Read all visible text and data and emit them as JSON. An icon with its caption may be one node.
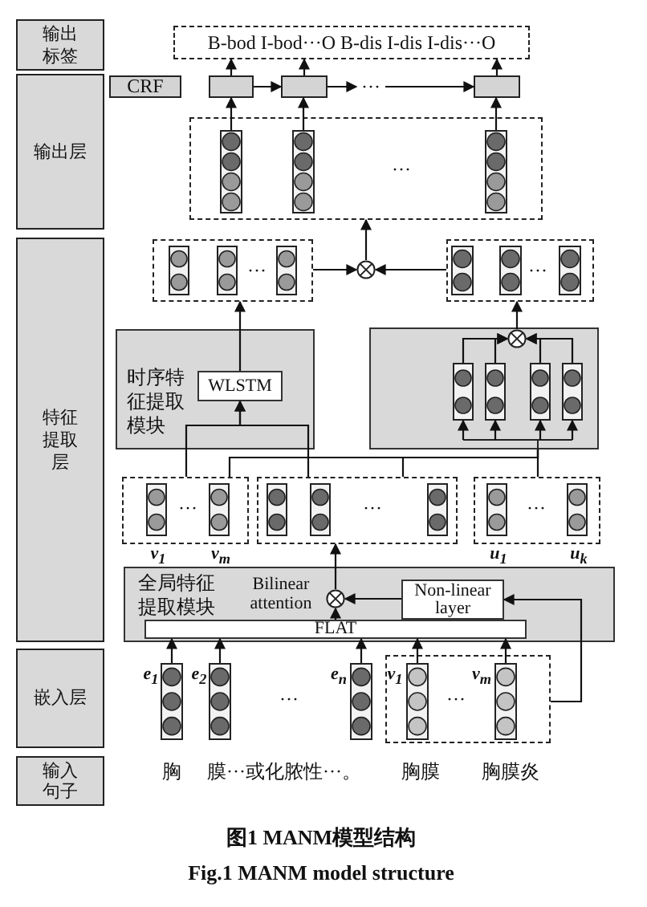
{
  "diagram": {
    "caption": "图1 MANM模型结构",
    "nodes": [
      {
        "text": [
          "输出标签"
        ]
      },
      {
        "text": [
          "输出层"
        ]
      },
      {
        "text": [
          "特征提取层"
        ]
      },
      {
        "text": [
          "嵌入层"
        ]
      },
      {
        "text": [
          "输入句子"
        ]
      },
      {
        "text": [
          "B-bod I-bod···O B-dis I-dis I-dis···O"
        ]
      },
      {
        "text": [
          "CRF"
        ]
      },
      {
        "text": [],
        "shape": "box"
      },
      {
        "text": [],
        "shape": "box"
      },
      {
        "text": [],
        "shape": "box"
      },
      {
        "text": [],
        "shape": "box"
      },
      {
        "text": [],
        "shape": "vector",
        "in": 10
      },
      {
        "text": [],
        "shape": "vector",
        "in": 10
      },
      {
        "text": [],
        "shape": "vector",
        "in": 10
      },
      {
        "text": [],
        "shape": "circle"
      },
      {
        "text": [],
        "shape": "box"
      },
      {
        "text": [],
        "shape": "vector",
        "in": 15
      },
      {
        "text": [],
        "shape": "vector",
        "in": 15
      },
      {
        "text": [],
        "shape": "vector",
        "in": 15
      },
      {
        "text": [],
        "shape": "box"
      },
      {
        "text": [],
        "shape": "vector",
        "in": 19
      },
      {
        "text": [],
        "shape": "vector",
        "in": 19
      },
      {
        "text": [],
        "shape": "vector",
        "in": 19
      },
      {
        "text": [
          "时序特征提取模块"
        ]
      },
      {
        "text": [
          "WLSTM"
        ],
        "in": 23
      },
      {
        "text": [],
        "shape": "box"
      },
      {
        "text": [],
        "shape": "circle",
        "in": 25
      },
      {
        "text": [],
        "shape": "vector",
        "in": 25
      },
      {
        "text": [],
        "shape": "vector",
        "in": 25
      },
      {
        "text": [],
        "shape": "vector",
        "in": 25
      },
      {
        "text": [],
        "shape": "vector",
        "in": 25
      },
      {
        "text": [],
        "shape": "box"
      },
      {
        "text": [],
        "shape": "vector",
        "in": 31,
        "beside": [
          "v$_{1}$"
        ]
      },
      {
        "text": [],
        "shape": "vector",
        "in": 31,
        "beside": [
          "v$_{m}$"
        ]
      },
      {
        "text": [],
        "shape": "box"
      },
      {
        "text": [],
        "shape": "vector",
        "in": 34
      },
      {
        "text": [],
        "shape": "vector",
        "in": 34
      },
      {
        "text": [],
        "shape": "vector",
        "in": 34
      },
      {
        "text": [],
        "shape": "box"
      },
      {
        "text": [],
        "shape": "vector",
        "in": 38,
        "beside": [
          "u$_{1}$"
        ]
      },
      {
        "text": [],
        "shape": "vector",
        "in": 38,
        "beside": [
          "u$_{k}$"
        ]
      },
      {
        "text": [
          "全局特征提取模块"
        ]
      },
      {
        "text": [],
        "shape": "circle",
        "in": 41
      },
      {
        "text": [
          "Non-linear layer"
        ],
        "in": 41
      },
      {
        "text": [
          "FLAT"
        ],
        "in": 41
      },
      {
        "text": [],
        "shape": "vector",
        "beside": [
          "e$_{1}$"
        ]
      },
      {
        "text": [],
        "shape": "vector",
        "beside": [
          "e$_{2}$"
        ]
      },
      {
        "text": [],
        "shape": "vector",
        "beside": [
          "e$_{n}$"
        ]
      },
      {
        "text": [],
        "shape": "box"
      },
      {
        "text": [],
        "shape": "vector",
        "in": 48,
        "beside": [
          "v$_{1}$"
        ]
      },
      {
        "text": [],
        "shape": "vector",
        "in": 48,
        "beside": [
          "v$_{m}$"
        ]
      },
      {
        "text": [
          "···"
        ]
      }
    ],
    "edges": [
      {
        "from": 7,
        "to": 5,
        "arrow": "to"
      },
      {
        "from": 8,
        "to": 5,
        "arrow": "to"
      },
      {
        "from": 9,
        "to": 5,
        "arrow": "to"
      },
      {
        "from": 7,
        "to": 8,
        "arrow": "to"
      },
      {
        "from": 8,
        "to": 51,
        "arrow": "to"
      },
      {
        "from": 51,
        "to": 9,
        "arrow": "to"
      },
      {
        "from": 11,
        "to": 7,
        "arrow": "to"
      },
      {
        "from": 12,
        "to": 8,
        "arrow": "to"
      },
      {
        "from": 13,
        "to": 9,
        "arrow": "to"
      },
      {
        "from": 14,
        "to": 10,
        "arrow": "to"
      },
      {
        "from": 15,
        "to": 14,
        "arrow": "to"
      },
      {
        "from": 19,
        "to": 14,
        "arrow": "to"
      },
      {
        "from": 24,
        "to": 15,
        "arrow": "to"
      },
      {
        "from": 31,
        "to": 24,
        "arrow": "to"
      },
      {
        "from": 34,
        "to": 24,
        "arrow": "to"
      },
      {
        "from": 31,
        "to": 25,
        "arrow": "none"
      },
      {
        "from": 34,
        "to": 25,
        "arrow": "none"
      },
      {
        "from": 38,
        "to": 25,
        "arrow": "none"
      },
      {
        "from": null,
        "to": 27,
        "arrow": "to"
      },
      {
        "from": null,
        "to": 28,
        "arrow": "to"
      },
      {
        "from": null,
        "to": 29,
        "arrow": "to"
      },
      {
        "from": null,
        "to": 30,
        "arrow": "to"
      },
      {
        "from": 27,
        "to": 26,
        "arrow": "to"
      },
      {
        "from": 28,
        "to": 26,
        "arrow": "to"
      },
      {
        "from": 29,
        "to": 26,
        "arrow": "to"
      },
      {
        "from": 30,
        "to": 26,
        "arrow": "to"
      },
      {
        "from": 26,
        "to": 19,
        "arrow": "to"
      },
      {
        "from": 42,
        "to": 34,
        "arrow": "to"
      },
      {
        "from": 44,
        "to": 42,
        "arrow": "to"
      },
      {
        "from": 43,
        "to": 42,
        "arrow": "to"
      },
      {
        "from": 45,
        "to": 44,
        "arrow": "to"
      },
      {
        "from": 46,
        "to": 44,
        "arrow": "to"
      },
      {
        "from": 47,
        "to": 44,
        "arrow": "to"
      },
      {
        "from": 49,
        "to": 44,
        "arrow": "to"
      },
      {
        "from": 50,
        "to": 44,
        "arrow": "to"
      },
      {
        "from": 48,
        "to": 43,
        "arrow": "to"
      }
    ],
    "labels": [
      "···",
      "···",
      "···",
      "···",
      "···",
      "···",
      "Bilinear attention",
      "···",
      "···",
      "胸",
      "膜···或化脓性···。",
      "胸膜",
      "胸膜炎",
      "Fig.1 MANM model structure"
    ]
  }
}
